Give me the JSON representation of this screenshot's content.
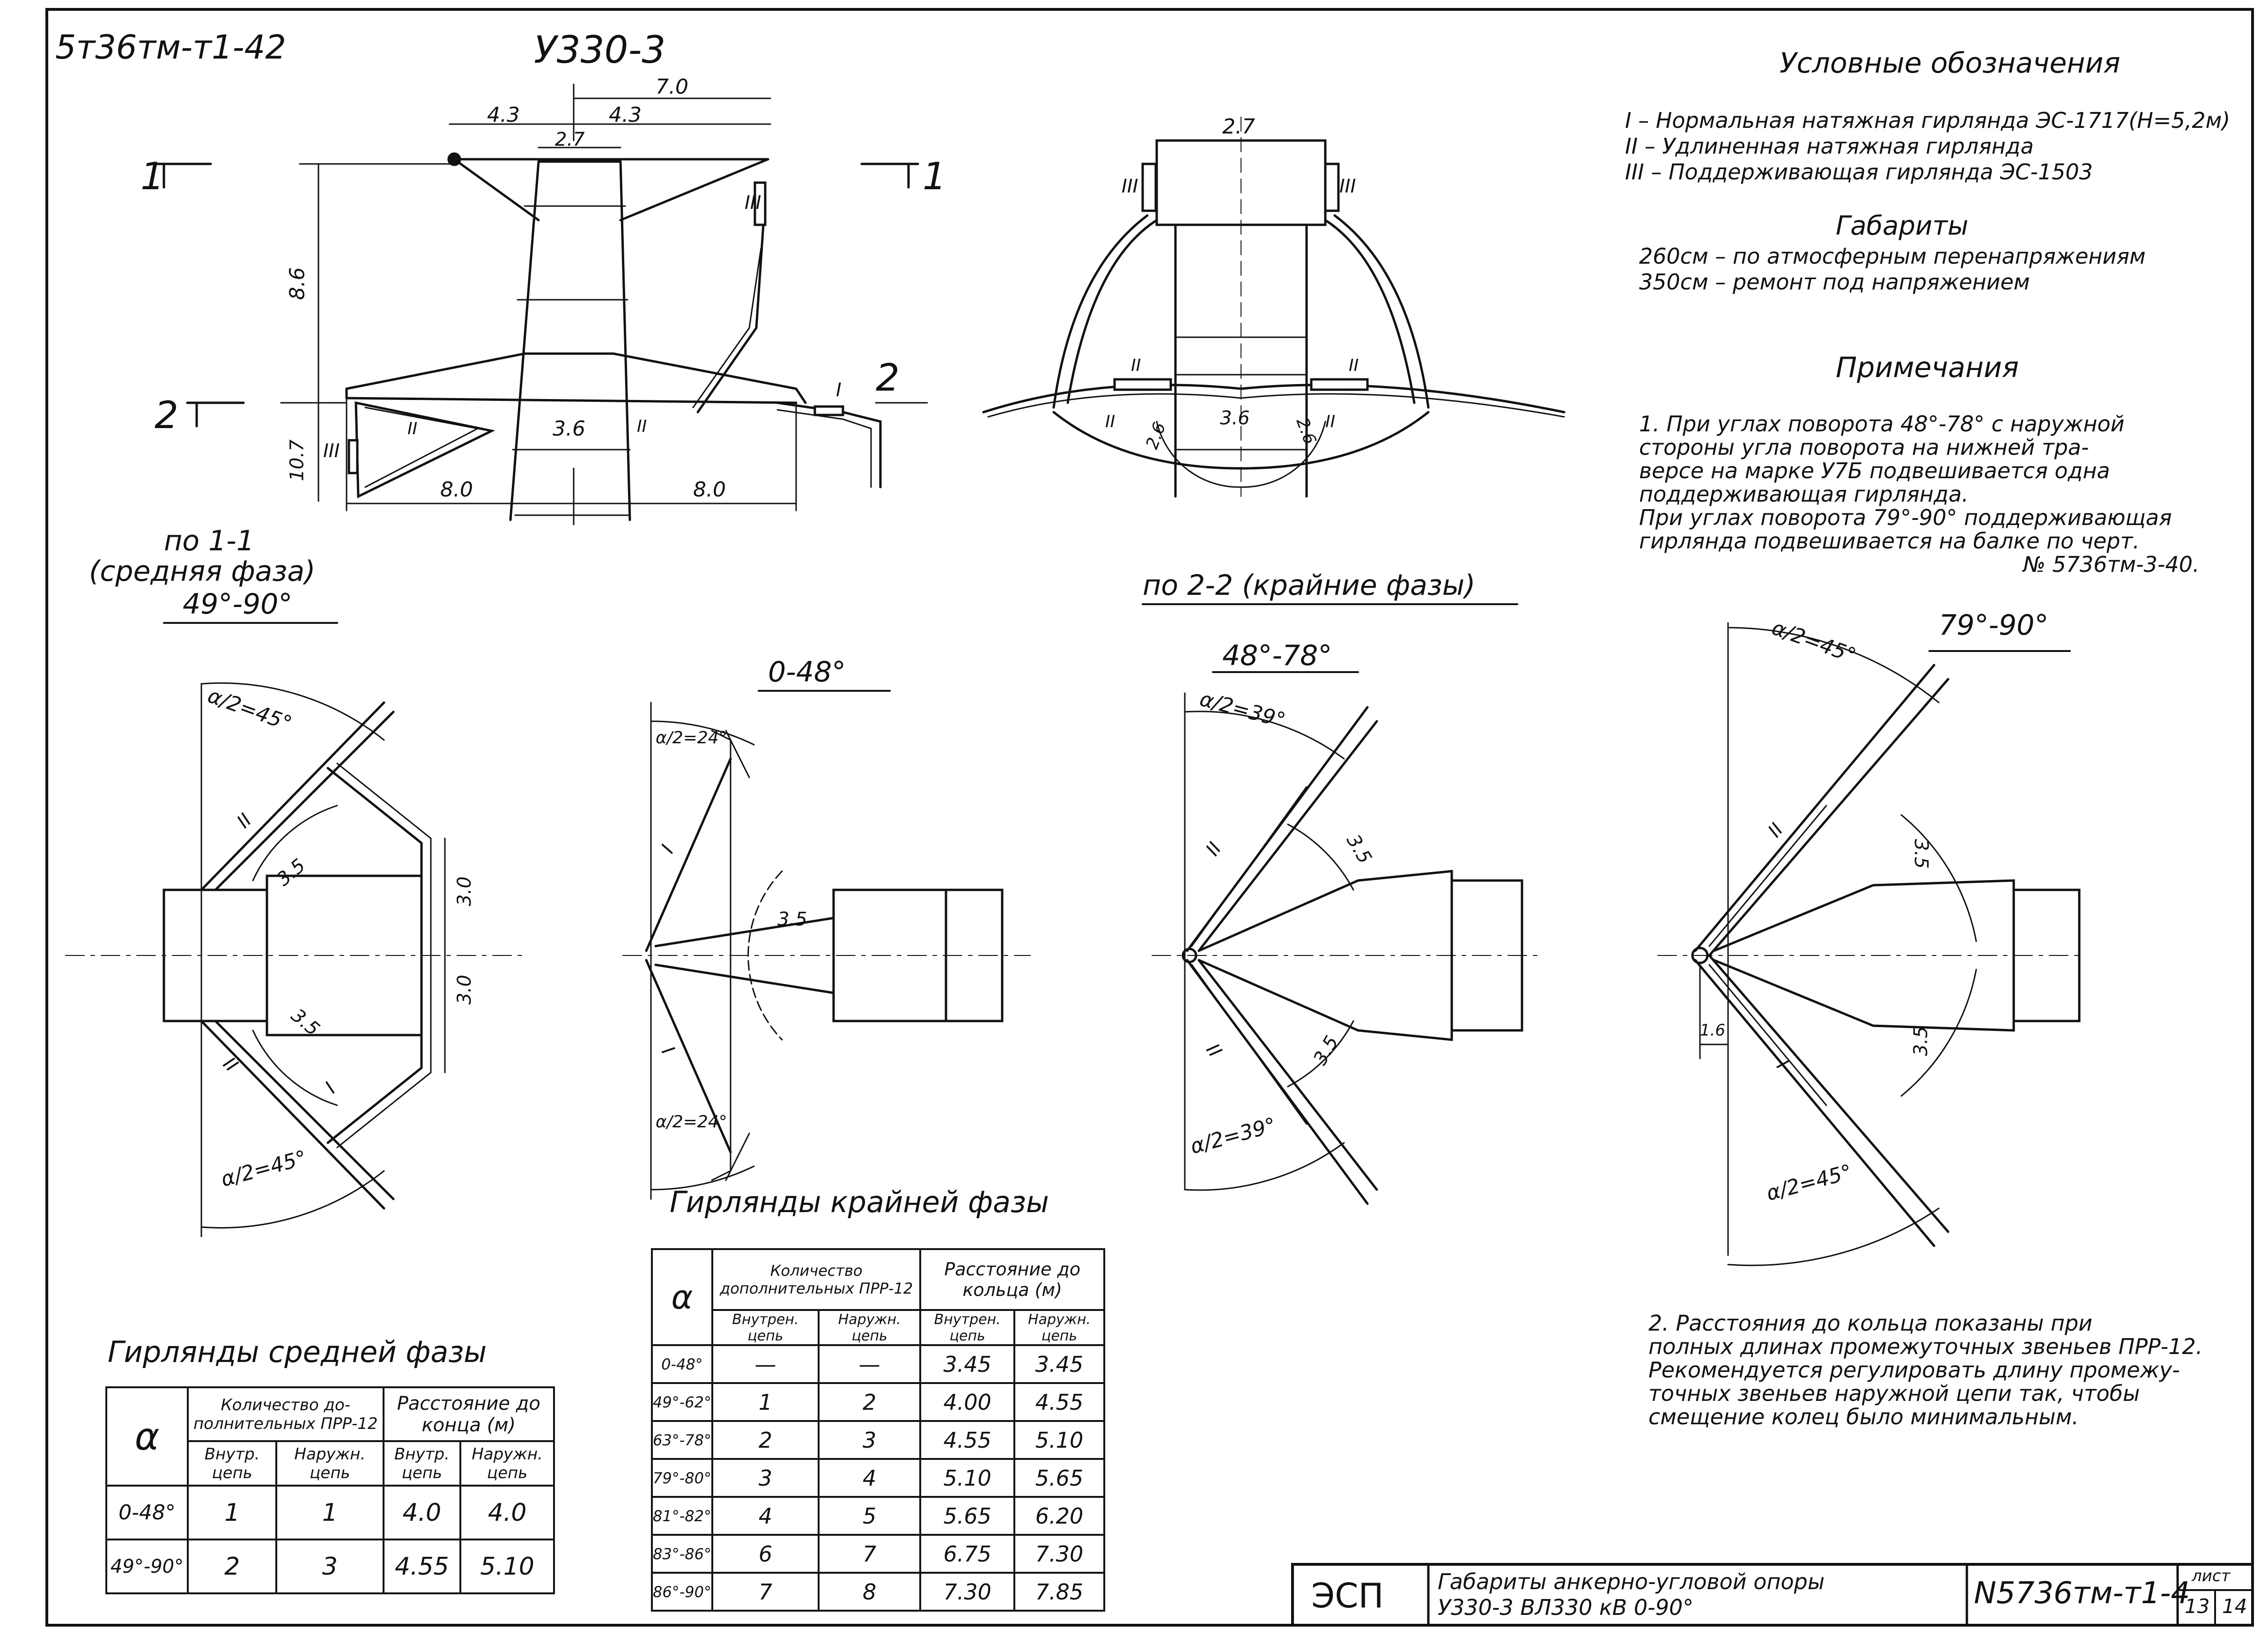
{
  "header": {
    "sheet_code": "5т36тм-т1-42",
    "tower_mark": "У330-3"
  },
  "legend": {
    "title": "Условные обозначения",
    "items": [
      "I – Нормальная натяжная гирлянда ЭС-1717(Н=5,2м)",
      "II – Удлиненная натяжная гирлянда",
      "III – Поддерживающая гирлянда ЭС-1503"
    ]
  },
  "clearances": {
    "title": "Габариты",
    "lines": [
      "260см – по атмосферным перенапряжениям",
      "350см – ремонт под напряжением"
    ]
  },
  "notes": {
    "title": "Примечания",
    "note1": [
      "1. При углах поворота 48°-78° с наружной",
      "стороны угла поворота на нижней тра-",
      "версе на марке У7Б подвешивается одна",
      "поддерживающая гирлянда.",
      "При углах поворота 79°-90° поддерживающая",
      "гирлянда подвешивается на балке по черт.",
      "№ 5736тм-3-40."
    ],
    "note2": [
      "2. Расстояния до кольца   показаны при",
      "полных длинах промежуточных звеньев ПРР-12.",
      "Рекомендуется регулировать длину промежу-",
      "точных звеньев наружной цепи так, чтобы",
      "смещение колец было минимальным."
    ]
  },
  "section_labels": {
    "mid_line1": "по 1-1",
    "mid_line2": "(средняя фаза)",
    "mid_range": "49°-90°",
    "outer": "по 2-2 (крайние фазы)",
    "sec1": "1",
    "sec2": "2"
  },
  "dims": {
    "d4_3a": "4.3",
    "d4_3b": "4.3",
    "d7_0": "7.0",
    "d2_7": "2.7",
    "d8_6": "8.6",
    "d10_7": "10.7",
    "d3_6": "3.6",
    "d8_0a": "8.0",
    "d8_0b": "8.0",
    "d2_7b": "2.7",
    "d2_6": "2.6",
    "d3_6b": "3.6",
    "d2_6b": "2.6",
    "r3_5": "3.5",
    "d3_0": "3.0",
    "d1_6": "1.6"
  },
  "garland_marks": {
    "I": "I",
    "II": "II",
    "III": "III"
  },
  "plans": [
    {
      "range": "",
      "angle_top": "α/2=45°",
      "angle_bot": "α/2=45°"
    },
    {
      "range": "0-48°",
      "angle_top": "α/2=24°",
      "angle_bot": "α/2=24°"
    },
    {
      "range": "48°-78°",
      "angle_top": "α/2=39°",
      "angle_bot": "α/2=39°"
    },
    {
      "range": "79°-90°",
      "angle_top": "α/2=45°",
      "angle_bot": "α/2=45°"
    }
  ],
  "mid_table": {
    "title": "Гирлянды средней фазы",
    "alpha": "α",
    "h_count": "Количество до-полнительных ПРР-12",
    "h_dist": "Расстояние до конца (м)",
    "h_in": "Внутр. цепь",
    "h_out": "Наружн. цепь",
    "rows": [
      [
        "0-48°",
        "1",
        "1",
        "4.0",
        "4.0"
      ],
      [
        "49°-90°",
        "2",
        "3",
        "4.55",
        "5.10"
      ]
    ]
  },
  "outer_table": {
    "title": "Гирлянды крайней фазы",
    "alpha": "α",
    "h_count": "Количество дополнительных ПРР-12",
    "h_dist": "Расстояние до кольца (м)",
    "h_in": "Внутрен. цепь",
    "h_out": "Наружн. цепь",
    "rows": [
      [
        "0-48°",
        "—",
        "—",
        "3.45",
        "3.45"
      ],
      [
        "49°-62°",
        "1",
        "2",
        "4.00",
        "4.55"
      ],
      [
        "63°-78°",
        "2",
        "3",
        "4.55",
        "5.10"
      ],
      [
        "79°-80°",
        "3",
        "4",
        "5.10",
        "5.65"
      ],
      [
        "81°-82°",
        "4",
        "5",
        "5.65",
        "6.20"
      ],
      [
        "83°-86°",
        "6",
        "7",
        "6.75",
        "7.30"
      ],
      [
        "86°-90°",
        "7",
        "8",
        "7.30",
        "7.85"
      ]
    ]
  },
  "title_block": {
    "org": "ЭСП",
    "title1": "Габариты анкерно-угловой опоры",
    "title2": "У330-3 ВЛ330 кВ 0-90°",
    "doc": "N5736тм-т1-4",
    "sheet_label": "лист",
    "sheet": "13",
    "sheets": "14"
  }
}
